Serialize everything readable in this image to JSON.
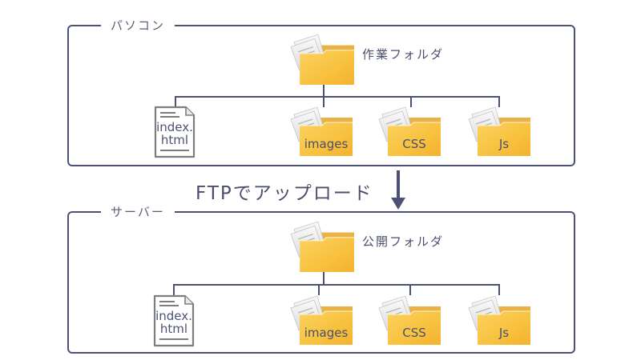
{
  "diagram": {
    "colors": {
      "frame": "#4d5275",
      "text": "#4a4f6e",
      "folder": "#f8c13e",
      "folder_dark": "#e9a829",
      "document": "#7a7a7a"
    },
    "local": {
      "title": "パソコン",
      "root_folder": {
        "label": "作業フォルダ",
        "icon": "folder-icon"
      },
      "children": [
        {
          "type": "file",
          "icon": "html-file-icon",
          "line1": "index.",
          "line2": "html"
        },
        {
          "type": "folder",
          "icon": "folder-icon",
          "label": "images"
        },
        {
          "type": "folder",
          "icon": "folder-icon",
          "label": "CSS"
        },
        {
          "type": "folder",
          "icon": "folder-icon",
          "label": "Js"
        }
      ]
    },
    "transfer": {
      "label": "FTPでアップロード",
      "icon": "arrow-down-icon"
    },
    "server": {
      "title": "サーバー",
      "root_folder": {
        "label": "公開フォルダ",
        "icon": "folder-icon"
      },
      "children": [
        {
          "type": "file",
          "icon": "html-file-icon",
          "line1": "index.",
          "line2": "html"
        },
        {
          "type": "folder",
          "icon": "folder-icon",
          "label": "images"
        },
        {
          "type": "folder",
          "icon": "folder-icon",
          "label": "CSS"
        },
        {
          "type": "folder",
          "icon": "folder-icon",
          "label": "Js"
        }
      ]
    }
  }
}
